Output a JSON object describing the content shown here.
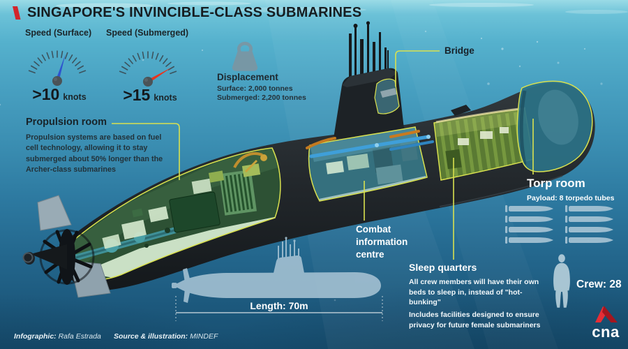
{
  "title": {
    "text": "SINGAPORE'S INVINCIBLE-CLASS SUBMARINES"
  },
  "stats": {
    "speed_surface": {
      "label": "Speed (Surface)",
      "value": ">10",
      "unit": "knots"
    },
    "speed_submerged": {
      "label": "Speed (Submerged)",
      "value": ">15",
      "unit": "knots"
    },
    "displacement": {
      "heading": "Displacement",
      "surface": "Surface: 2,000 tonnes",
      "submerged": "Submerged: 2,200 tonnes"
    }
  },
  "callouts": {
    "bridge": {
      "label": "Bridge"
    },
    "propulsion": {
      "heading": "Propulsion room",
      "body": "Propulsion systems are based on fuel cell technology, allowing it to stay submerged about 50% longer than the Archer-class submarines"
    },
    "combat": {
      "label": "Combat information centre"
    },
    "sleep": {
      "heading": "Sleep quarters",
      "body_line1": "All crew members will have their own beds to sleep in, instead of \"hot-bunking\"",
      "body_line2": "Includes facilities designed to ensure privacy for future female submariners"
    },
    "torp": {
      "heading": "Torp room",
      "payload": "Payload: 8 torpedo tubes",
      "torpedo_count": 8
    }
  },
  "dimensions": {
    "length_label": "Length: 70m"
  },
  "crew": {
    "label": "Crew: 28"
  },
  "credits": {
    "infographic_label": "Infographic:",
    "infographic_value": "Rafa Estrada",
    "source_label": "Source & illustration:",
    "source_value": "MINDEF"
  },
  "logo": {
    "text": "cna"
  },
  "colors": {
    "callout_line": "#d9e14f",
    "needle_surface": "#2e55cf",
    "needle_submerged": "#e8341f",
    "accent_red": "#d2262c",
    "hull_dark": "#23282c",
    "cutaway_green": "#2d5134",
    "glass_teal": "#2b7287"
  }
}
